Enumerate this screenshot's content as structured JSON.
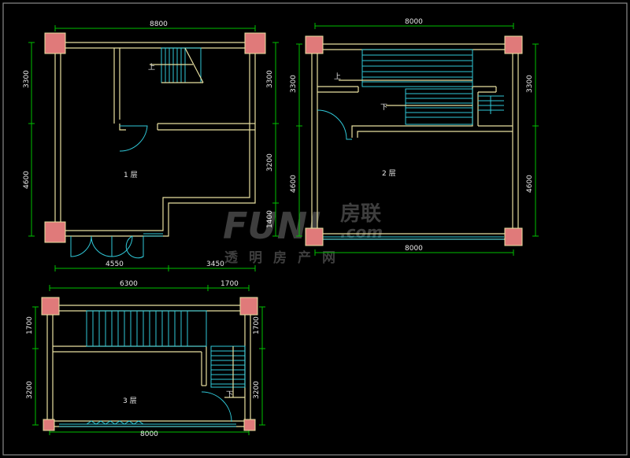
{
  "plans": {
    "floor1": {
      "label": "1 层",
      "dims": {
        "top": "8800",
        "left_upper": "3300",
        "left_lower": "4600",
        "right_upper": "3300",
        "right_mid": "3200",
        "right_lower": "1400",
        "bottom_left": "4550",
        "bottom_right": "3450"
      },
      "stair_marks": {
        "up": "上"
      }
    },
    "floor2": {
      "label": "2 层",
      "dims": {
        "top": "8000",
        "left_upper": "3300",
        "left_lower": "4600",
        "right_upper": "3300",
        "right_lower": "4600",
        "bottom": "8000"
      },
      "stair_marks": {
        "up": "上",
        "down": "下"
      }
    },
    "floor3": {
      "label": "3 层",
      "dims": {
        "top_left": "6300",
        "top_right": "1700",
        "left_upper": "1700",
        "left_lower": "3200",
        "right_upper": "1700",
        "right_lower": "3200",
        "bottom": "8000"
      },
      "stair_marks": {
        "down": "下"
      }
    }
  },
  "watermark": {
    "brand": "FUNI",
    "cn": "房联",
    "com": ".com",
    "subtitle": "透明房产网"
  },
  "colors": {
    "background": "#000000",
    "wall": "#e8e0a0",
    "dimension": "#00c000",
    "stair": "#30c8d8",
    "column": "#e07a7a",
    "frame": "#8a8a8a"
  }
}
